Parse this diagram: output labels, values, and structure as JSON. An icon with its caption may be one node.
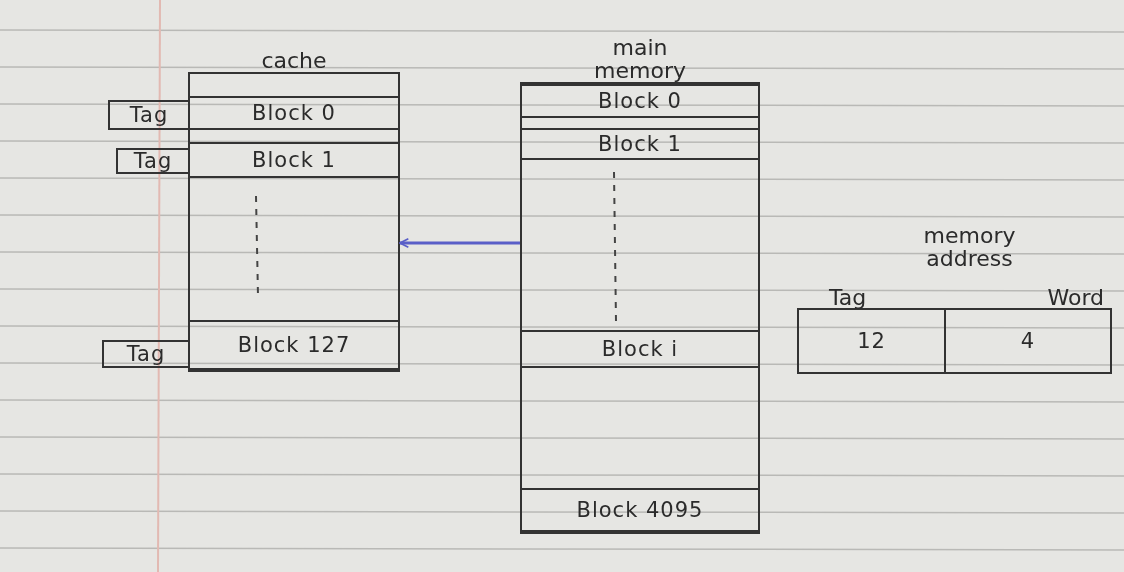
{
  "diagram": {
    "nodes": [
      {
        "text": [
          "cache"
        ]
      },
      {
        "text": [
          "Block 0"
        ],
        "in": 0
      },
      {
        "text": [
          "Block 1"
        ],
        "in": 0
      },
      {
        "text": [
          "Block 127"
        ],
        "in": 0
      },
      {
        "text": [
          "Tag"
        ]
      },
      {
        "text": [
          "Tag"
        ]
      },
      {
        "text": [
          "Tag"
        ]
      },
      {
        "text": [
          "main memory"
        ]
      },
      {
        "text": [
          "Block 0"
        ],
        "in": 7
      },
      {
        "text": [
          "Block 1"
        ],
        "in": 7
      },
      {
        "text": [
          "Block i"
        ],
        "in": 7
      },
      {
        "text": [
          "Block 4095"
        ],
        "in": 7
      },
      {
        "text": [
          "memory address"
        ]
      },
      {
        "text": [
          "Tag",
          "12"
        ],
        "in": 12
      },
      {
        "text": [
          "Word",
          "4"
        ],
        "in": 12
      }
    ],
    "edges": [
      {
        "from": 7,
        "to": 0,
        "arrow": "to",
        "color": "#5a5fc8"
      }
    ]
  }
}
